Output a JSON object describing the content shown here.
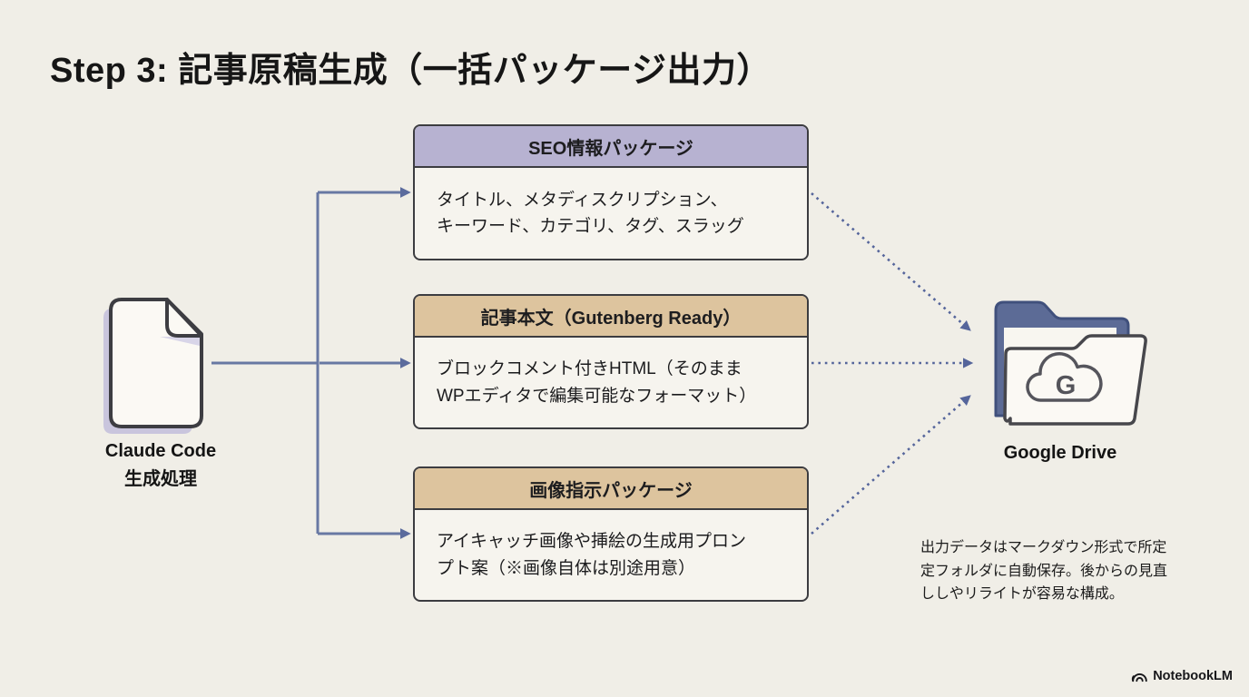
{
  "slide": {
    "title": "Step 3: 記事原稿生成（一括パッケージ出力）"
  },
  "source_node": {
    "icon": "document-icon",
    "label": "Claude Code\n生成処理"
  },
  "packages": [
    {
      "header": "SEO情報パッケージ",
      "body": "タイトル、メタディスクリプション、\nキーワード、カテゴリ、タグ、スラッグ",
      "header_color": "#b7b2d1"
    },
    {
      "header": "記事本文（Gutenberg Ready）",
      "body": "ブロックコメント付きHTML（そのまま\nWPエディタで編集可能なフォーマット）",
      "header_color": "#ddc49e"
    },
    {
      "header": "画像指示パッケージ",
      "body": "アイキャッチ画像や挿絵の生成用プロン\nプト案（※画像自体は別途用意）",
      "header_color": "#ddc49e"
    }
  ],
  "destination_node": {
    "icon": "google-drive-folder-icon",
    "label": "Google Drive",
    "folder_letter": "G"
  },
  "note": {
    "text": "出力データはマークダウン形式で所定\n定フォルダに自動保存。後からの見直\nししやリライトが容易な構成。"
  },
  "watermark": {
    "brand": "NotebookLM",
    "icon": "notebooklm-logo-icon"
  },
  "colors": {
    "background": "#f0eee7",
    "box_body": "#f6f4ee",
    "box_border": "#3c3c40",
    "header_purple": "#b7b2d1",
    "header_tan": "#ddc49e",
    "arrow_solid": "#6878a3",
    "arrow_dotted": "#55659b",
    "folder_blue": "#5c6b96",
    "doc_shadow_purple": "#c9c5dd"
  }
}
